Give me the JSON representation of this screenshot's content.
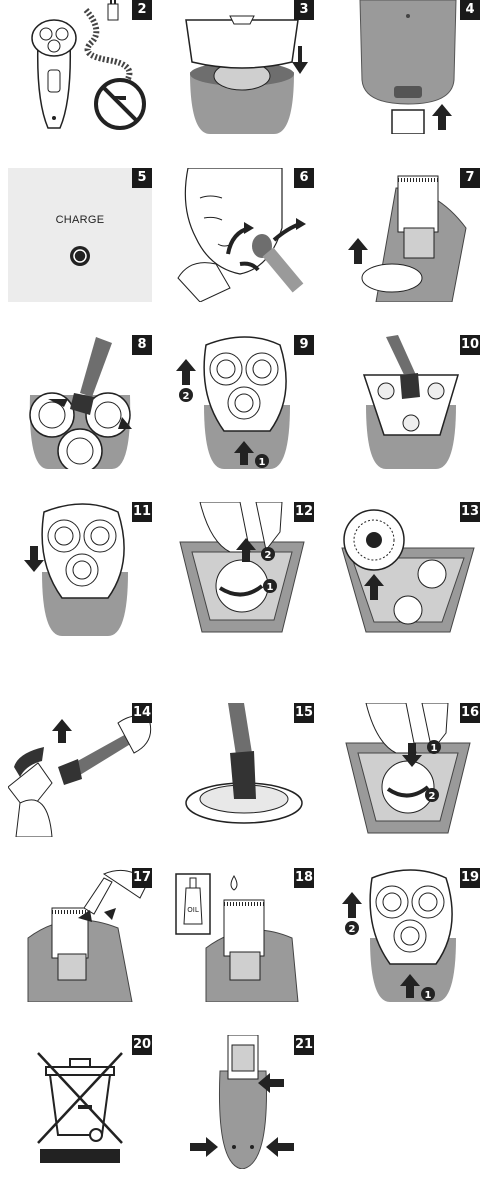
{
  "panels": [
    {
      "id": "p2",
      "number": "2"
    },
    {
      "id": "p3",
      "number": "3"
    },
    {
      "id": "p4",
      "number": "4"
    },
    {
      "id": "p5",
      "number": "5",
      "label": "CHARGE"
    },
    {
      "id": "p6",
      "number": "6"
    },
    {
      "id": "p7",
      "number": "7"
    },
    {
      "id": "p8",
      "number": "8"
    },
    {
      "id": "p9",
      "number": "9"
    },
    {
      "id": "p10",
      "number": "10"
    },
    {
      "id": "p11",
      "number": "11"
    },
    {
      "id": "p12",
      "number": "12"
    },
    {
      "id": "p13",
      "number": "13"
    },
    {
      "id": "p14",
      "number": "14"
    },
    {
      "id": "p15",
      "number": "15"
    },
    {
      "id": "p16",
      "number": "16"
    },
    {
      "id": "p17",
      "number": "17"
    },
    {
      "id": "p18",
      "number": "18",
      "label": "OIL"
    },
    {
      "id": "p19",
      "number": "19"
    },
    {
      "id": "p20",
      "number": "20"
    },
    {
      "id": "p21",
      "number": "21"
    }
  ],
  "colors": {
    "panel_bg": "#ffffff",
    "shaver_body": "#9a9a9a",
    "shaver_dark": "#6e6e6e",
    "head": "#f0f0f0",
    "badge": "#1a1a1a",
    "line": "#222222"
  }
}
